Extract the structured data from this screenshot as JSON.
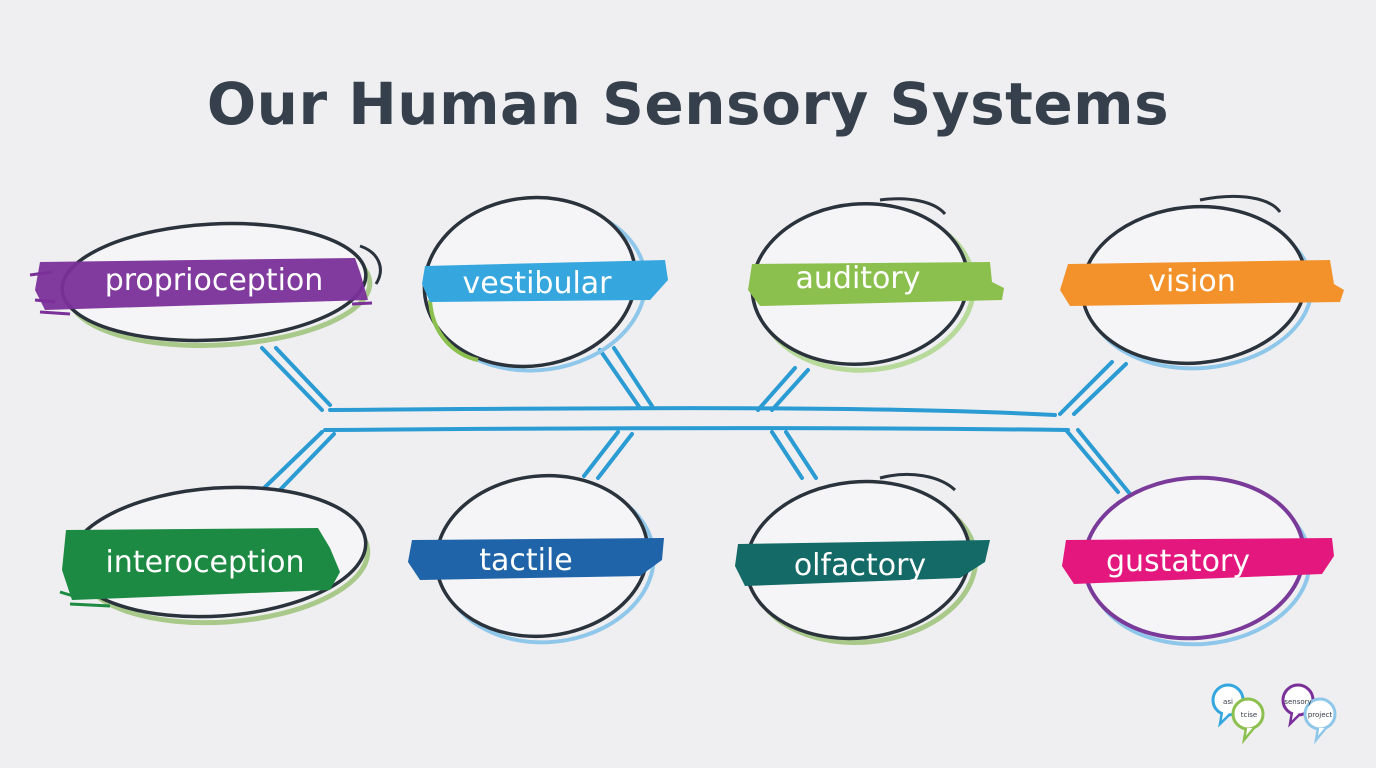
{
  "title": "Our Human Sensory Systems",
  "colors": {
    "background": "#efeff1",
    "title": "#36404d",
    "connector": "#2b9bd3",
    "outline": "#2a323c"
  },
  "nodes": [
    {
      "id": "proprioception",
      "label": "proprioception",
      "color": "#7a2f99",
      "shadow": "#a9c98a"
    },
    {
      "id": "vestibular",
      "label": "vestibular",
      "color": "#35a6de",
      "shadow": "#8fc7ea"
    },
    {
      "id": "auditory",
      "label": "auditory",
      "color": "#8cc04e",
      "shadow": "#b7d99a"
    },
    {
      "id": "vision",
      "label": "vision",
      "color": "#f3922b",
      "shadow": "#8fc7ea"
    },
    {
      "id": "interoception",
      "label": "interoception",
      "color": "#1c8a42",
      "shadow": "#a9c98a"
    },
    {
      "id": "tactile",
      "label": "tactile",
      "color": "#1f63a8",
      "shadow": "#8fc7ea"
    },
    {
      "id": "olfactory",
      "label": "olfactory",
      "color": "#136a66",
      "shadow": "#a9c98a"
    },
    {
      "id": "gustatory",
      "label": "gustatory",
      "color": "#e3177e",
      "shadow": "#8fc7ea",
      "outline": "#7a3a99"
    }
  ],
  "logos": [
    {
      "icon": "speech-bubbles-icon",
      "text_a": "asi",
      "text_b": "tcise"
    },
    {
      "icon": "speech-bubbles-icon",
      "text_a": "sensory",
      "text_b": "project"
    }
  ]
}
